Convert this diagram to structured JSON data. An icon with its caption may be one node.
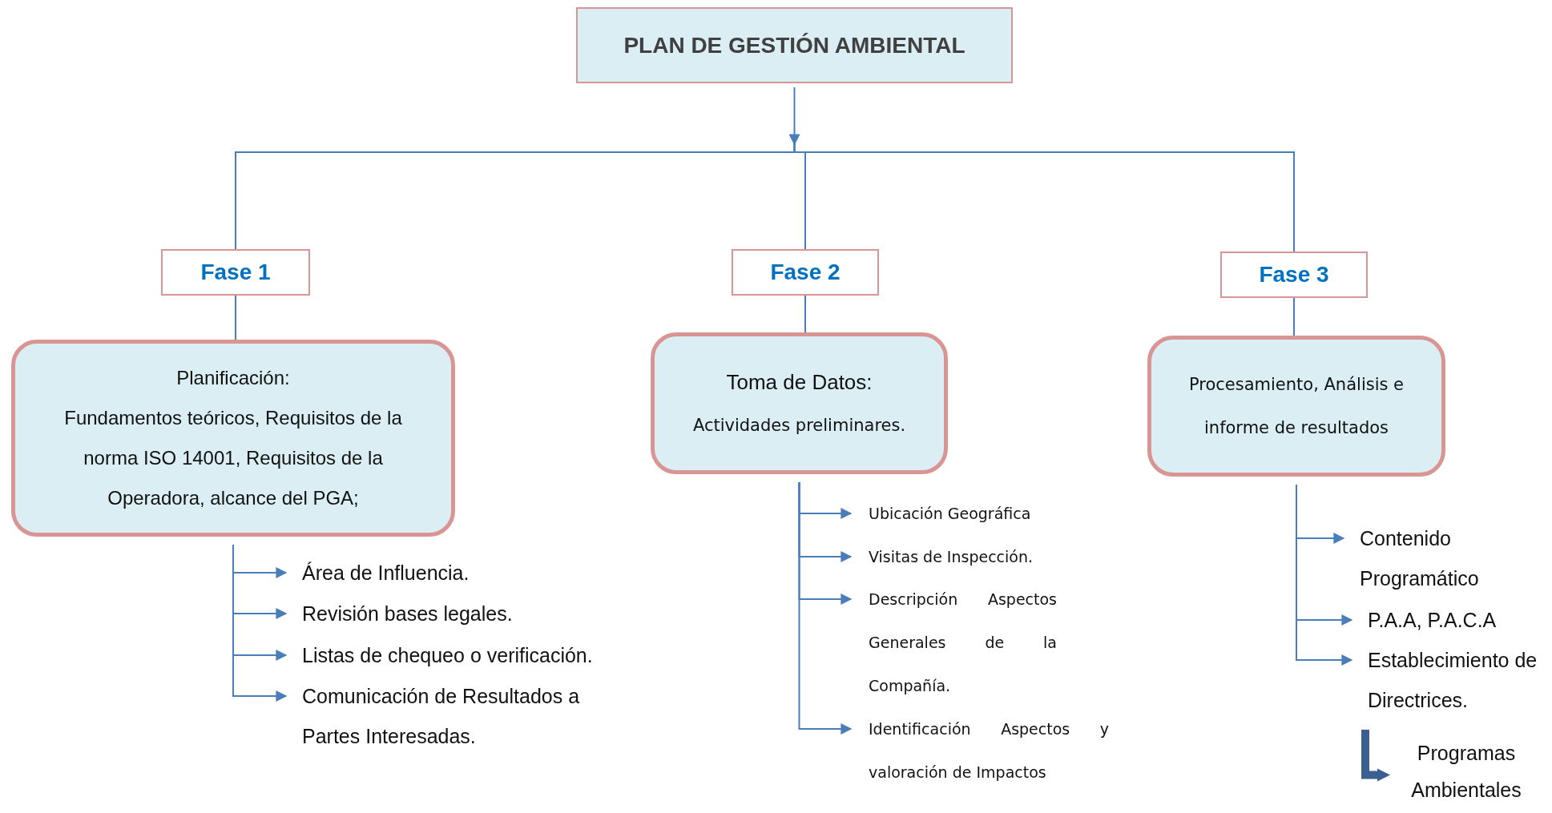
{
  "diagram": {
    "nodes": [
      {
        "text": [
          "PLAN DE GESTIÓN AMBIENTAL"
        ]
      },
      {
        "text": [
          "Fase 1"
        ]
      },
      {
        "text": [
          "Fase 2"
        ]
      },
      {
        "text": [
          "Fase 3"
        ]
      },
      {
        "text": [
          "Planificación:",
          "Fundamentos teóricos, Requisitos de la norma ISO 14001, Requisitos de la Operadora, alcance del PGA;"
        ]
      },
      {
        "text": [
          "Toma de Datos:",
          "Actividades preliminares."
        ]
      },
      {
        "text": [
          "Procesamiento, Análisis e informe de resultados"
        ]
      },
      {
        "text": [
          "Área de Influencia."
        ]
      },
      {
        "text": [
          "Revisión bases legales."
        ]
      },
      {
        "text": [
          "Listas de chequeo o verificación."
        ]
      },
      {
        "text": [
          "Comunicación de Resultados a Partes Interesadas."
        ]
      },
      {
        "text": [
          "Ubicación Geográfica"
        ]
      },
      {
        "text": [
          "Visitas de Inspección."
        ]
      },
      {
        "text": [
          "Descripción Aspectos Generales de la Compañía."
        ]
      },
      {
        "text": [
          "Identificación Aspectos y valoración de Impactos"
        ]
      },
      {
        "text": [
          "Contenido Programático"
        ]
      },
      {
        "text": [
          "P.A.A, P.A.C.A"
        ]
      },
      {
        "text": [
          "Establecimiento de Directrices."
        ]
      },
      {
        "text": [
          "Programas Ambientales"
        ]
      }
    ],
    "edges": [
      {
        "from": 0,
        "to": null,
        "arrow": "to"
      },
      {
        "from": null,
        "to": 1,
        "arrow": "none"
      },
      {
        "from": null,
        "to": 2,
        "arrow": "none"
      },
      {
        "from": null,
        "to": 3,
        "arrow": "none"
      },
      {
        "from": 1,
        "to": 4,
        "arrow": "none"
      },
      {
        "from": 2,
        "to": 5,
        "arrow": "none"
      },
      {
        "from": 3,
        "to": 6,
        "arrow": "none"
      },
      {
        "from": 4,
        "to": 7,
        "arrow": "to"
      },
      {
        "from": 4,
        "to": 8,
        "arrow": "to"
      },
      {
        "from": 4,
        "to": 9,
        "arrow": "to"
      },
      {
        "from": 4,
        "to": 10,
        "arrow": "to"
      },
      {
        "from": 5,
        "to": 11,
        "arrow": "to"
      },
      {
        "from": 5,
        "to": 12,
        "arrow": "to"
      },
      {
        "from": 5,
        "to": 13,
        "arrow": "to"
      },
      {
        "from": 5,
        "to": 14,
        "arrow": "to"
      },
      {
        "from": 6,
        "to": 15,
        "arrow": "to"
      },
      {
        "from": 6,
        "to": 16,
        "arrow": "to"
      },
      {
        "from": 6,
        "to": 17,
        "arrow": "to"
      },
      {
        "from": 17,
        "to": 18,
        "arrow": "to",
        "style": "thick",
        "color": "#3b5f93"
      }
    ]
  }
}
